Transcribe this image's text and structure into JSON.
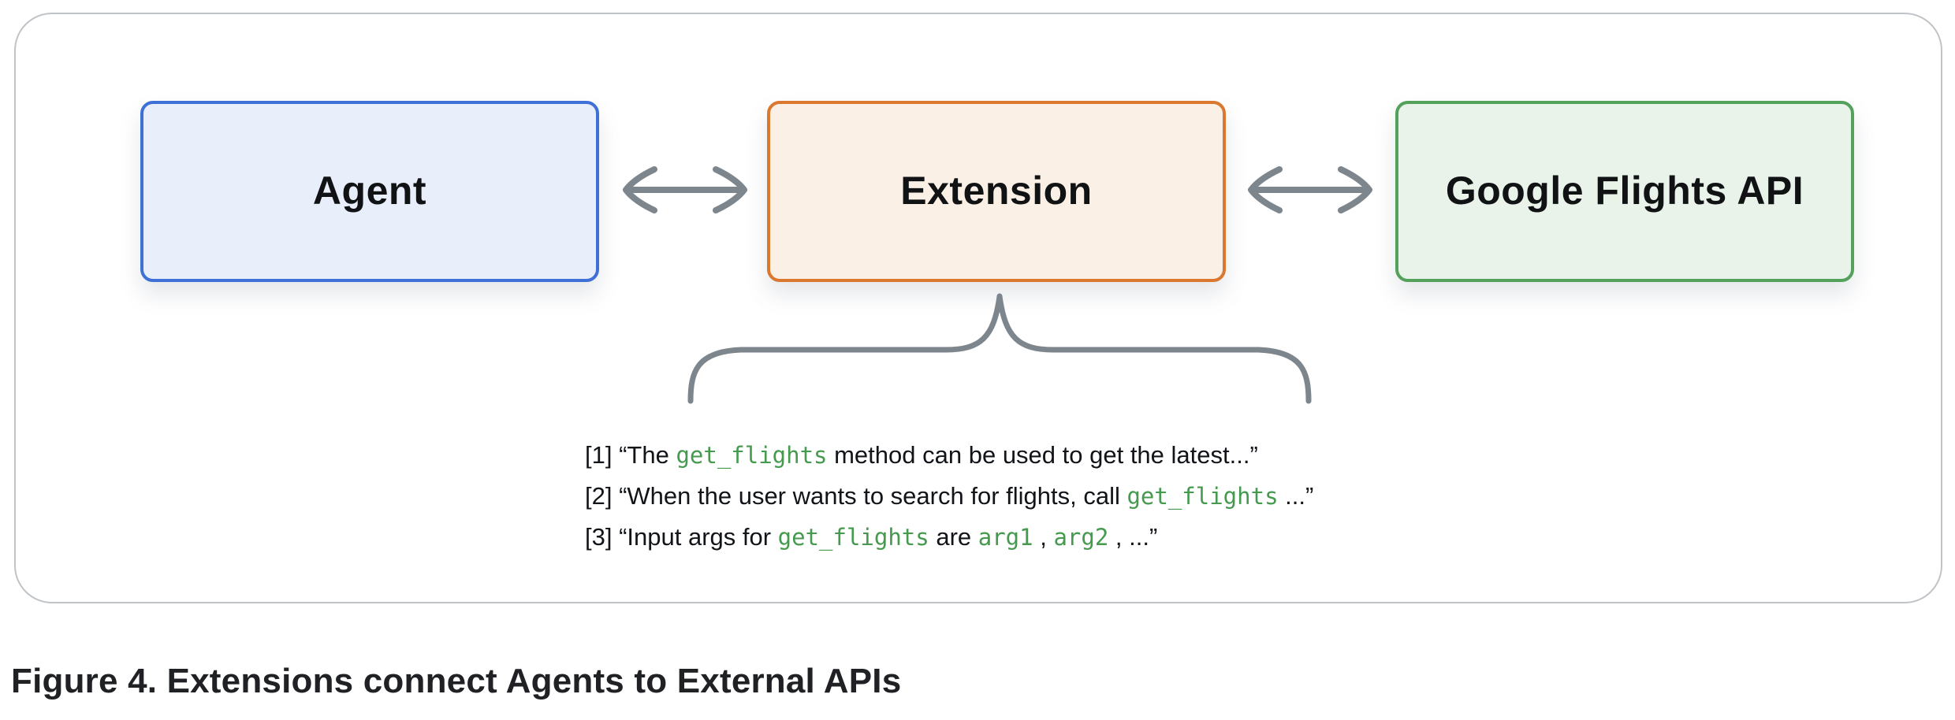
{
  "figure": {
    "caption": "Figure 4. Extensions connect Agents to External APIs"
  },
  "diagram": {
    "nodes": [
      {
        "id": "agent",
        "label": "Agent",
        "border_color": "#3E70D6",
        "fill_color": "#E9EEFB"
      },
      {
        "id": "extension",
        "label": "Extension",
        "border_color": "#D9782E",
        "fill_color": "#FAF0E5"
      },
      {
        "id": "google-flights-api",
        "label": "Google Flights API",
        "border_color": "#54A15B",
        "fill_color": "#E9F3EA"
      }
    ],
    "connections": [
      {
        "from": "Agent",
        "to": "Extension",
        "type": "bidirectional"
      },
      {
        "from": "Extension",
        "to": "Google Flights API",
        "type": "bidirectional"
      }
    ],
    "brace": {
      "anchor": "extension",
      "points_to": "annotations"
    },
    "annotations": {
      "lines": [
        {
          "segments": [
            {
              "t": "text",
              "v": "[1] “The "
            },
            {
              "t": "code",
              "v": "get_flights"
            },
            {
              "t": "text",
              "v": " method can be used to get the latest...”"
            }
          ]
        },
        {
          "segments": [
            {
              "t": "text",
              "v": "[2] “When the user wants to search for flights, call "
            },
            {
              "t": "code",
              "v": "get_flights"
            },
            {
              "t": "text",
              "v": " ...”"
            }
          ]
        },
        {
          "segments": [
            {
              "t": "text",
              "v": "[3] “Input args for "
            },
            {
              "t": "code",
              "v": "get_flights"
            },
            {
              "t": "text",
              "v": " are "
            },
            {
              "t": "code",
              "v": "arg1"
            },
            {
              "t": "text",
              "v": " , "
            },
            {
              "t": "code",
              "v": "arg2"
            },
            {
              "t": "text",
              "v": " , ...”"
            }
          ]
        }
      ]
    }
  },
  "colors": {
    "connector_gray": "#7E868D",
    "code_green": "#459A4E",
    "caption_text": "#202124",
    "card_border": "#C0C4C8"
  }
}
